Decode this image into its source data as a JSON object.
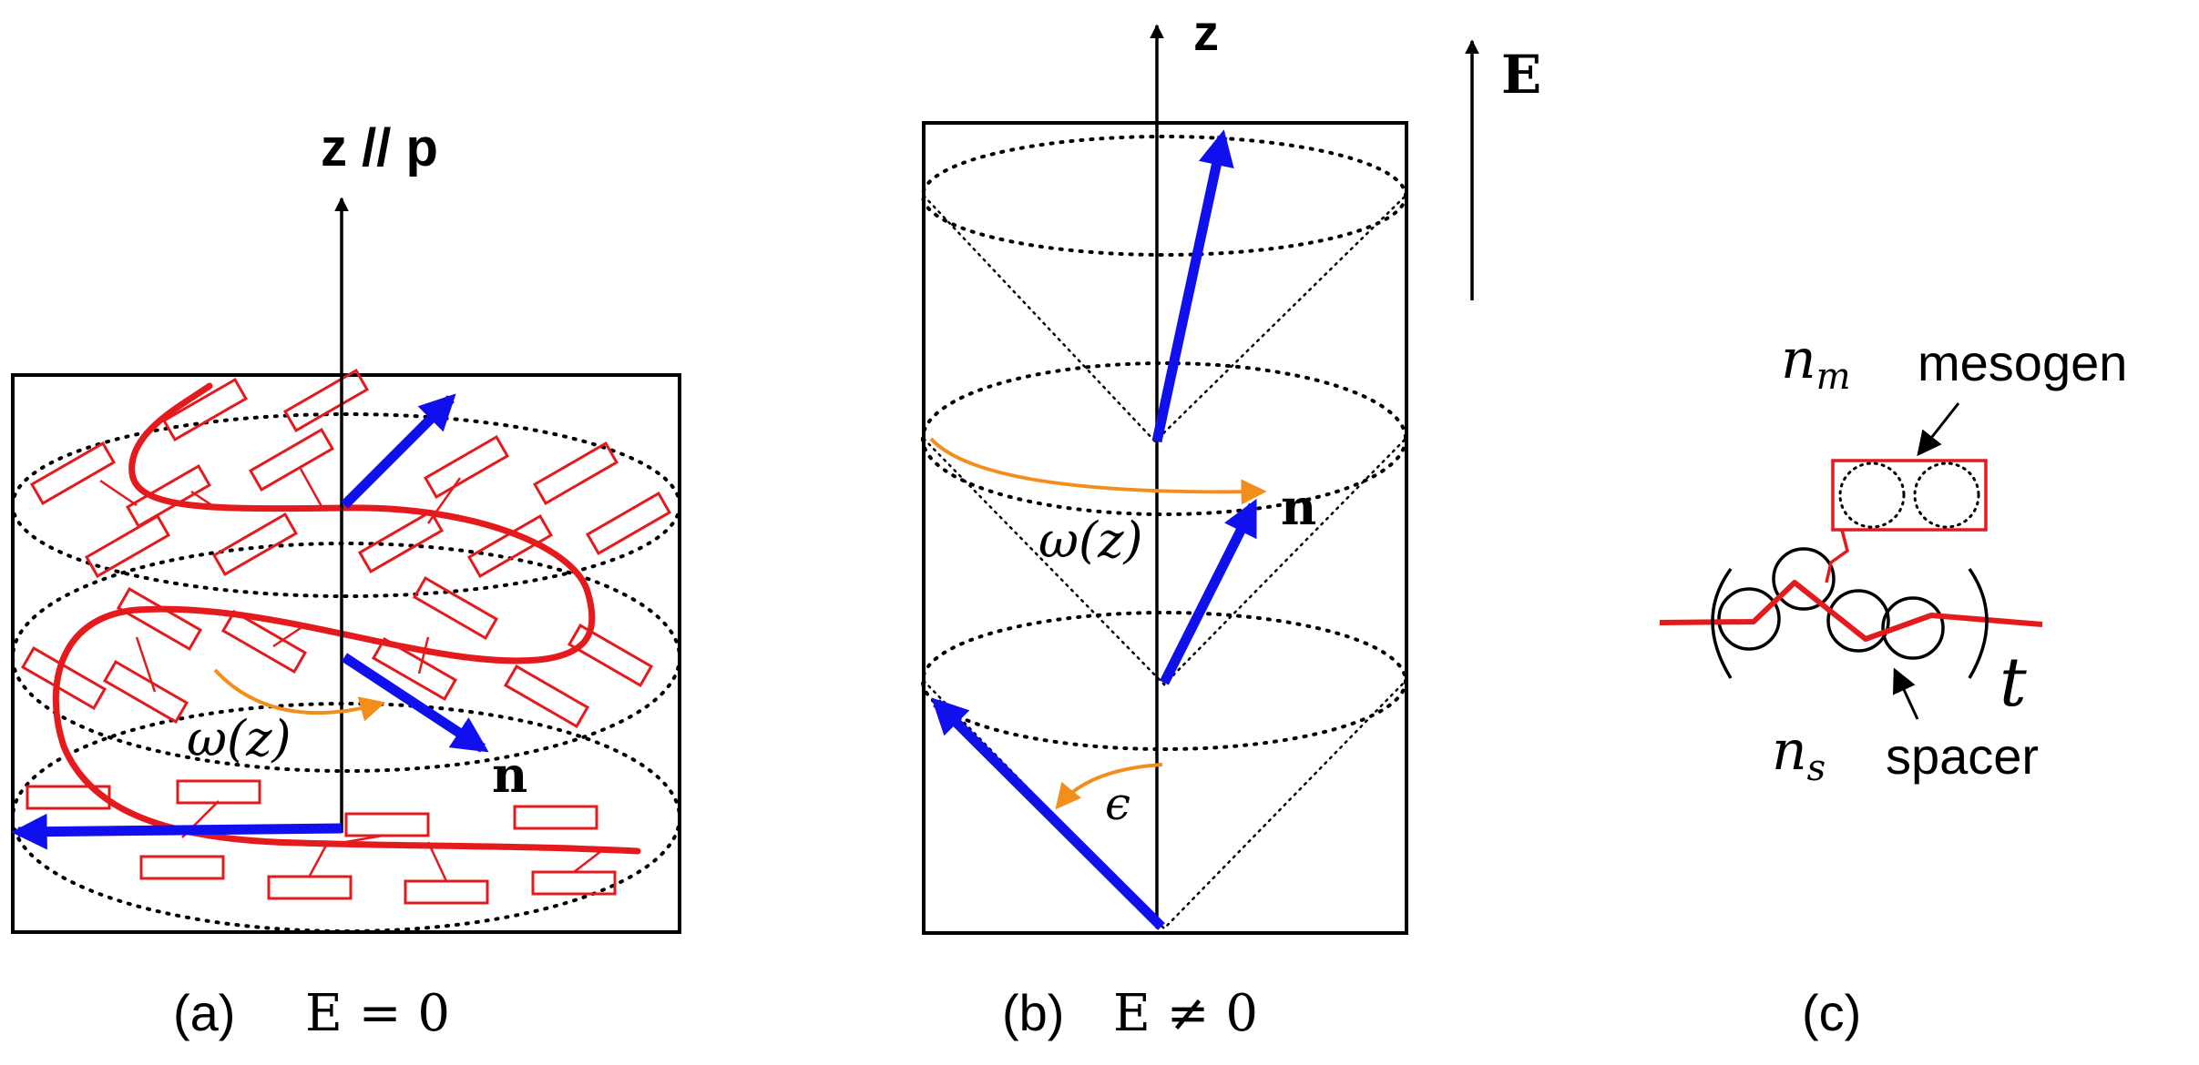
{
  "panel_a": {
    "axis_label": "z // p",
    "omega": "ω(z)",
    "director": "n",
    "caption_tag": "(a)",
    "caption_eq": "E = 0"
  },
  "panel_b": {
    "axis_label": "z",
    "field_label": "E",
    "omega": "ω(z)",
    "director": "n",
    "epsilon": "ϵ",
    "caption_tag": "(b)",
    "caption_eq": "E ≠ 0"
  },
  "panel_c": {
    "nm": "n",
    "nm_sub": "m",
    "mesogen": "mesogen",
    "ns": "n",
    "ns_sub": "s",
    "spacer": "spacer",
    "t": "t",
    "caption_tag": "(c)"
  },
  "colors": {
    "red": "#e41a1c",
    "blue": "#1010ee",
    "orange": "#f28e1c",
    "black": "#000000"
  }
}
